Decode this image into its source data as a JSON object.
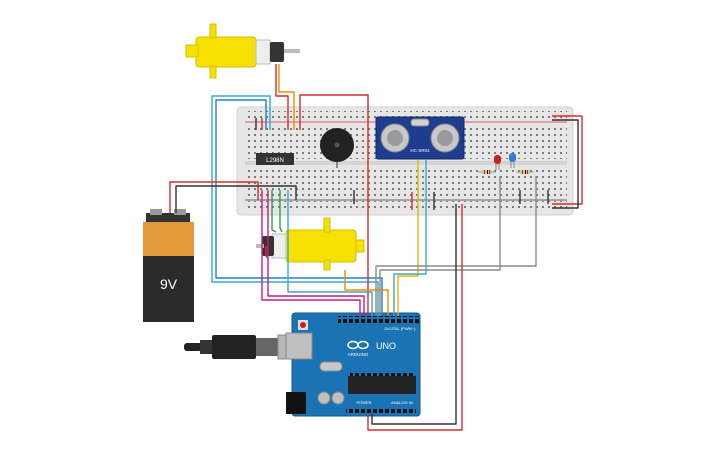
{
  "battery": {
    "label": "9V"
  },
  "driver_chip": {
    "label": "L298N"
  },
  "sensor": {
    "label": "HC-SR04"
  },
  "arduino": {
    "brand": "ARDUINO",
    "model": "UNO",
    "digital_label": "DIGITAL (PWM~)",
    "power_label": "POWER",
    "analog_label": "ANALOG IN"
  },
  "colors": {
    "breadboard": "#e6e6e6",
    "motor": "#f5e000",
    "arduino": "#1a73b3",
    "battery_top": "#e39a3a",
    "battery_body": "#2b2b2b",
    "wire_red": "#d62d2d",
    "wire_black": "#333333",
    "wire_orange": "#e59100",
    "wire_yellow": "#e8b400",
    "wire_green": "#2ea043",
    "wire_cyan": "#39a8c7",
    "wire_blue": "#1f7fd6",
    "wire_magenta": "#c21f7e",
    "wire_gray": "#8a8a8a",
    "led_red": "#cc2020",
    "led_blue": "#2f7fd6"
  }
}
